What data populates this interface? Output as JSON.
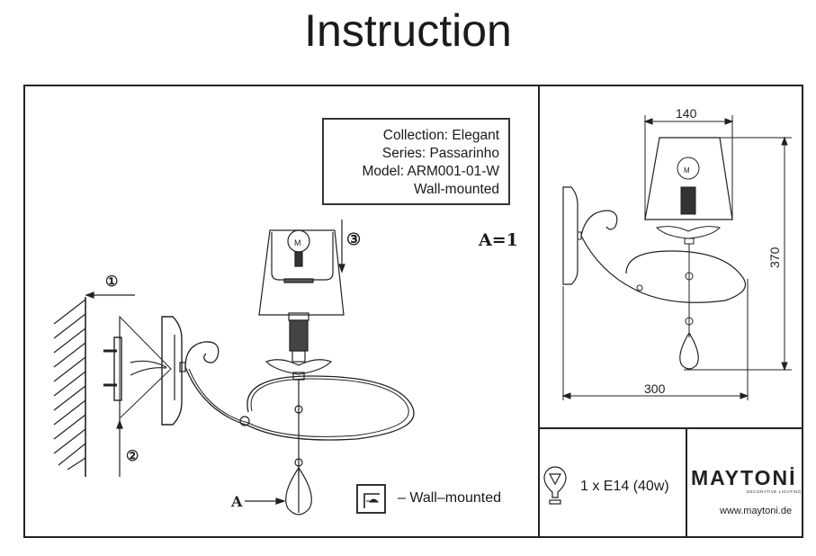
{
  "header": {
    "title": "Instruction"
  },
  "info_box": {
    "collection": "Collection: Elegant",
    "series": "Series: Passarinho",
    "model": "Model: ARM001-01-W",
    "mount_type": "Wall-mounted"
  },
  "assembly": {
    "step_labels": [
      "①",
      "②",
      "③"
    ],
    "part_quantity": "A=1",
    "part_label": "A"
  },
  "legend": {
    "icon": "wall-mount-icon",
    "text": "– Wall–mounted"
  },
  "dimensions": {
    "shade_width": "140",
    "height": "370",
    "projection": "300"
  },
  "specs": {
    "bulb_icon": "light-bulb-icon",
    "bulb": "1 x E14 (40w)"
  },
  "brand": {
    "name": "MAYTONİ",
    "tagline": "DECORATIVE LIGHTING",
    "url": "www.maytoni.de"
  }
}
